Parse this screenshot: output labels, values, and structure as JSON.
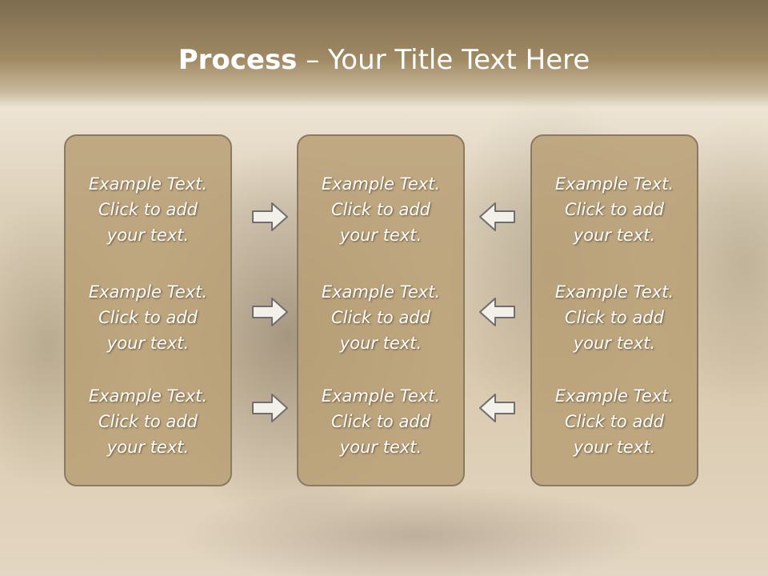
{
  "title": {
    "bold": "Process",
    "rest": " – Your Title Text Here"
  },
  "panels": [
    {
      "items": [
        {
          "line1": "Example Text.",
          "line2": "Click  to add",
          "line3": "your text."
        },
        {
          "line1": "Example Text.",
          "line2": "Click  to add",
          "line3": "your text."
        },
        {
          "line1": "Example Text.",
          "line2": "Click  to add",
          "line3": "your text."
        }
      ]
    },
    {
      "items": [
        {
          "line1": "Example Text.",
          "line2": "Click  to add",
          "line3": "your text."
        },
        {
          "line1": "Example Text.",
          "line2": "Click  to add",
          "line3": "your text."
        },
        {
          "line1": "Example Text.",
          "line2": "Click  to add",
          "line3": "your text."
        }
      ]
    },
    {
      "items": [
        {
          "line1": "Example Text.",
          "line2": "Click  to add",
          "line3": "your text."
        },
        {
          "line1": "Example Text.",
          "line2": "Click  to add",
          "line3": "your text."
        },
        {
          "line1": "Example Text.",
          "line2": "Click  to add",
          "line3": "your text."
        }
      ]
    }
  ],
  "arrows": {
    "left_column": "arrow-right-icon",
    "right_column": "arrow-left-icon"
  },
  "colors": {
    "header": "#8c7a58",
    "panel_fill": "#b8a076",
    "panel_border": "#8a7a63",
    "text": "#ffffff"
  }
}
